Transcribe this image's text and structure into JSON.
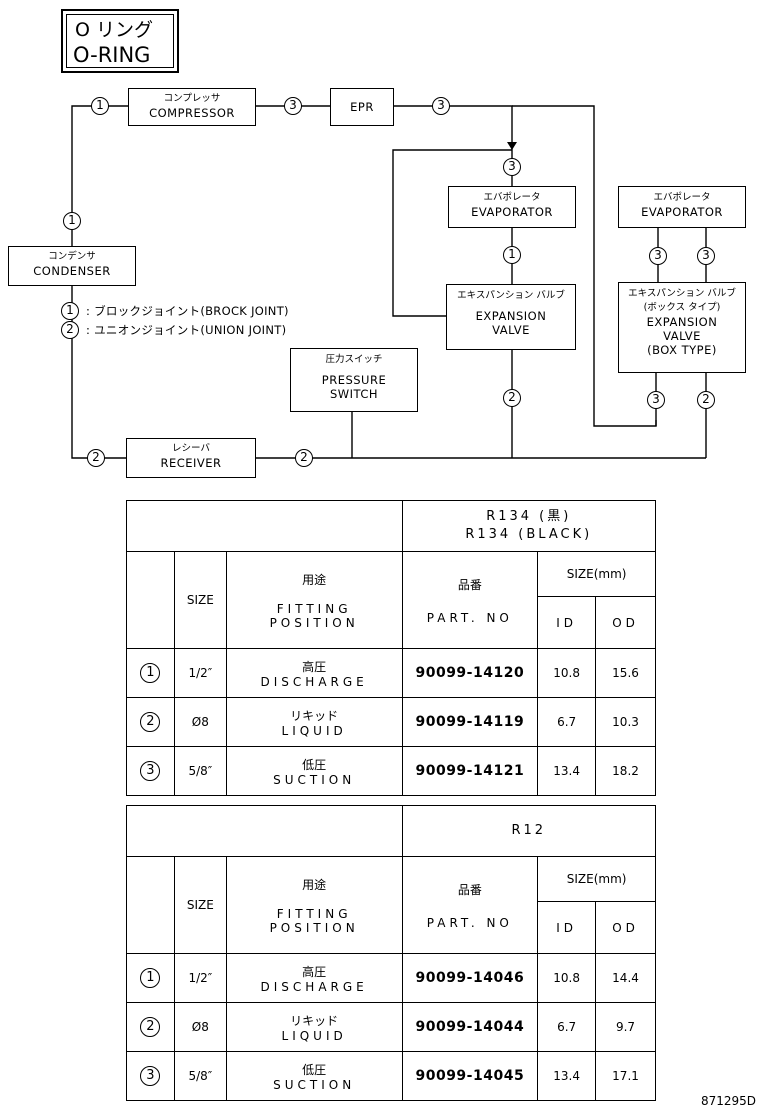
{
  "title": {
    "jp": "O リング",
    "en": "O-RING"
  },
  "components": {
    "compressor": {
      "jp": "コンプレッサ",
      "en": "COMPRESSOR"
    },
    "epr": {
      "en": "EPR"
    },
    "evaporator_1": {
      "jp": "エバポレータ",
      "en": "EVAPORATOR"
    },
    "evaporator_2": {
      "jp": "エバポレータ",
      "en": "EVAPORATOR"
    },
    "condenser": {
      "jp": "コンデンサ",
      "en": "CONDENSER"
    },
    "expansion_valve_1": {
      "jp": "エキスパンション バルブ",
      "en1": "EXPANSION",
      "en2": "VALVE"
    },
    "expansion_valve_2": {
      "jp1": "エキスパンション バルブ",
      "jp2": "(ボックス タイプ)",
      "en1": "EXPANSION",
      "en2": "VALVE",
      "en3": "(BOX TYPE)"
    },
    "pressure_switch": {
      "jp": "圧力スイッチ",
      "en1": "PRESSURE",
      "en2": "SWITCH"
    },
    "receiver": {
      "jp": "レシーバ",
      "en": "RECEIVER"
    }
  },
  "legend": [
    {
      "num": "1",
      "text": ": ブロックジョイント(BROCK JOINT)"
    },
    {
      "num": "2",
      "text": ": ユニオンジョイント(UNION JOINT)"
    }
  ],
  "markers": {
    "one": "1",
    "two": "2",
    "three": "3"
  },
  "table_r134": {
    "header1": "R134 (黒)",
    "header2": "R134 (BLACK)",
    "col_size": "SIZE",
    "col_use_jp": "用途",
    "col_use_en1": "FITTING",
    "col_use_en2": "POSITION",
    "col_pn_jp": "品番",
    "col_pn_en": "PART. NO",
    "col_dim": "SIZE(mm)",
    "col_id": "ID",
    "col_od": "OD",
    "rows": [
      {
        "num": "1",
        "size": "1/2″",
        "jp": "高圧",
        "en": "DISCHARGE",
        "part": "90099-14120",
        "id": "10.8",
        "od": "15.6"
      },
      {
        "num": "2",
        "size": "Ø8",
        "jp": "リキッド",
        "en": "LIQUID",
        "part": "90099-14119",
        "id": "6.7",
        "od": "10.3"
      },
      {
        "num": "3",
        "size": "5/8″",
        "jp": "低圧",
        "en": "SUCTION",
        "part": "90099-14121",
        "id": "13.4",
        "od": "18.2"
      }
    ]
  },
  "table_r12": {
    "header1": "R12",
    "col_size": "SIZE",
    "col_use_jp": "用途",
    "col_use_en1": "FITTING",
    "col_use_en2": "POSITION",
    "col_pn_jp": "品番",
    "col_pn_en": "PART. NO",
    "col_dim": "SIZE(mm)",
    "col_id": "ID",
    "col_od": "OD",
    "rows": [
      {
        "num": "1",
        "size": "1/2″",
        "jp": "高圧",
        "en": "DISCHARGE",
        "part": "90099-14046",
        "id": "10.8",
        "od": "14.4"
      },
      {
        "num": "2",
        "size": "Ø8",
        "jp": "リキッド",
        "en": "LIQUID",
        "part": "90099-14044",
        "id": "6.7",
        "od": "9.7"
      },
      {
        "num": "3",
        "size": "5/8″",
        "jp": "低圧",
        "en": "SUCTION",
        "part": "90099-14045",
        "id": "13.4",
        "od": "17.1"
      }
    ]
  },
  "drawing_code": "871295D"
}
